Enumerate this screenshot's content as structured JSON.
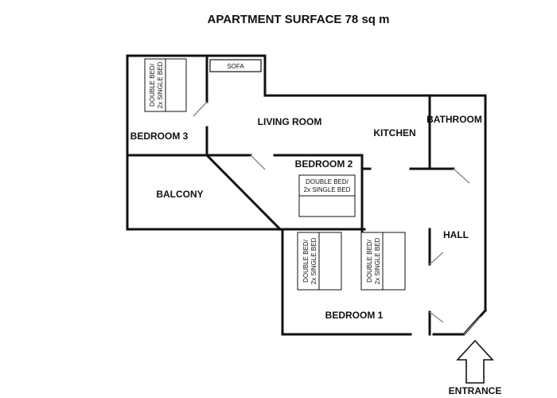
{
  "title": "APARTMENT SURFACE 78 sq m",
  "rooms": {
    "bedroom3": "BEDROOM 3",
    "living_room": "LIVING ROOM",
    "kitchen": "KITCHEN",
    "bathroom": "BATHROOM",
    "bedroom2": "BEDROOM 2",
    "balcony": "BALCONY",
    "hall": "HALL",
    "bedroom1": "BEDROOM 1"
  },
  "furniture": {
    "sofa": "SOFA",
    "bed_line1": "DOUBLE BED/",
    "bed_line2": "2x SINGLE BED"
  },
  "entrance": "ENTRANCE"
}
